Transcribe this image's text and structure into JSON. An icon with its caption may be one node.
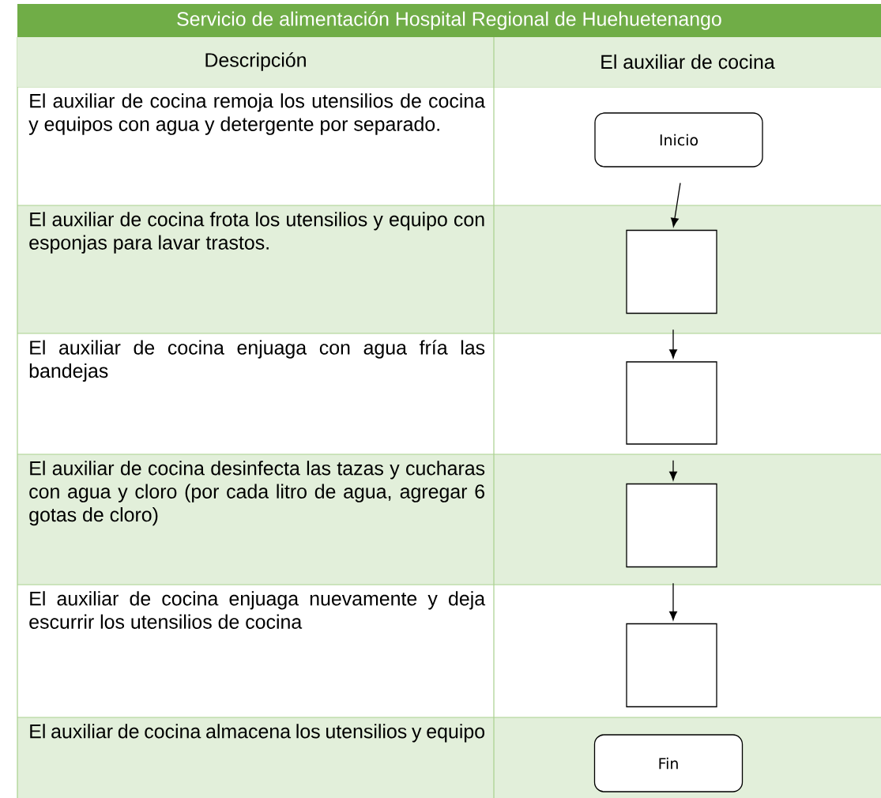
{
  "diagram": {
    "title": "Servicio de alimentación Hospital Regional de Huehuetenango",
    "nodes": [
      {
        "text": [
          "Inicio"
        ]
      },
      {
        "text": [],
        "shape": "box"
      },
      {
        "text": [],
        "shape": "box"
      },
      {
        "text": [],
        "shape": "box"
      },
      {
        "text": [],
        "shape": "box"
      },
      {
        "text": [
          "Fin"
        ]
      }
    ],
    "edges": [
      {
        "from": 0,
        "to": 1,
        "arrow": "to"
      },
      {
        "from": 1,
        "to": 2,
        "arrow": "to"
      },
      {
        "from": 2,
        "to": 3,
        "arrow": "to"
      },
      {
        "from": 3,
        "to": 4,
        "arrow": "to"
      }
    ],
    "labels": [
      "Descripción",
      "El auxiliar de cocina",
      "El auxiliar de cocina remoja los utensilios de cocina y equipos con agua y detergente por separado.",
      "El auxiliar de cocina frota los utensilios y equipo con esponjas para lavar trastos.",
      "El auxiliar de cocina enjuaga con agua fría las bandejas",
      "El auxiliar de cocina desinfecta las tazas y cucharas con agua y cloro (por cada litro de agua, agregar 6 gotas de cloro)",
      "El auxiliar de cocina enjuaga nuevamente y deja escurrir los utensilios de cocina",
      "El auxiliar de cocina almacena los utensilios y equipo"
    ]
  }
}
